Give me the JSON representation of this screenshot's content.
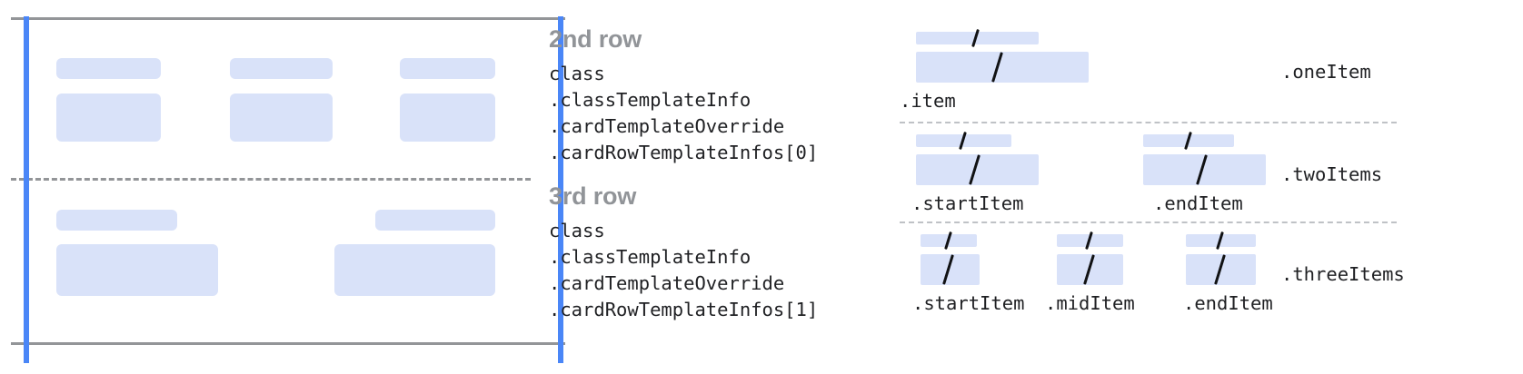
{
  "colors": {
    "placeholder": "#d9e2f9",
    "guide_blue": "#4a86f7",
    "guide_gray": "#939598",
    "heading_gray": "#919498",
    "code_text": "#1f2023",
    "slash": "#111214",
    "separator_dash": "#bfc2c6"
  },
  "card_diagram": {
    "guides": {
      "left_edge_name": "leading-margin-guide",
      "right_edge_name": "trailing-margin-guide",
      "top_rule_name": "card-top-rule",
      "bottom_rule_name": "card-bottom-rule",
      "row_divider_name": "row-divider-dashed"
    },
    "rows": [
      {
        "name": "second-row-preview",
        "items": [
          {
            "title_bar": true,
            "body_block": true
          },
          {
            "title_bar": true,
            "body_block": true
          },
          {
            "title_bar": true,
            "body_block": true
          }
        ]
      },
      {
        "name": "third-row-preview",
        "items": [
          {
            "title_bar": true,
            "body_block": true
          },
          {
            "title_bar": true,
            "body_block": true
          }
        ]
      }
    ]
  },
  "annotations": [
    {
      "title": "2nd row",
      "lines": [
        "class",
        ".classTemplateInfo",
        ".cardTemplateOverride",
        ".cardRowTemplateInfos[0]"
      ]
    },
    {
      "title": "3rd row",
      "lines": [
        "class",
        ".classTemplateInfo",
        ".cardTemplateOverride",
        ".cardRowTemplateInfos[1]"
      ]
    }
  ],
  "variants": [
    {
      "name": ".oneItem",
      "slots": [
        {
          "label": ".item"
        }
      ]
    },
    {
      "name": ".twoItems",
      "slots": [
        {
          "label": ".startItem"
        },
        {
          "label": ".endItem"
        }
      ]
    },
    {
      "name": ".threeItems",
      "slots": [
        {
          "label": ".startItem"
        },
        {
          "label": ".midItem"
        },
        {
          "label": ".endItem"
        }
      ]
    }
  ],
  "glyphs": {
    "slash": "/"
  }
}
